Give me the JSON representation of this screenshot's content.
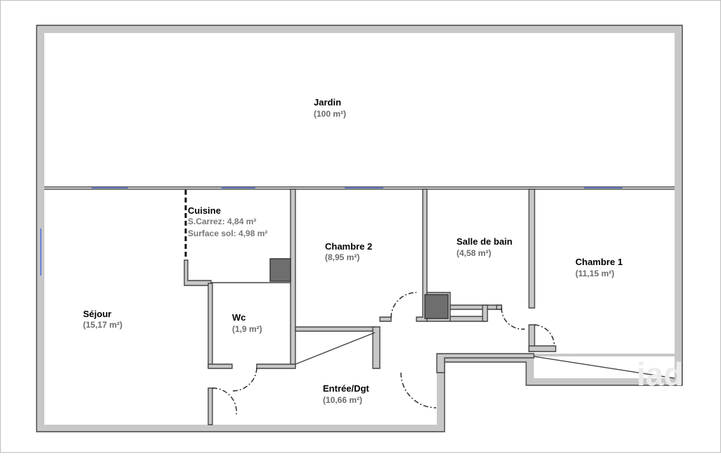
{
  "rooms": {
    "jardin": {
      "name": "Jardin",
      "area": "(100 m²)"
    },
    "sejour": {
      "name": "Séjour",
      "area": "(15,17 m²)"
    },
    "cuisine": {
      "name": "Cuisine",
      "carrez": "S.Carrez: 4,84 m²",
      "sol": "Surface sol: 4,98 m²"
    },
    "chambre2": {
      "name": "Chambre 2",
      "area": "(8,95 m²)"
    },
    "salle_de_bain": {
      "name": "Salle de bain",
      "area": "(4,58 m²)"
    },
    "chambre1": {
      "name": "Chambre 1",
      "area": "(11,15 m²)"
    },
    "wc": {
      "name": "Wc",
      "area": "(1,9 m²)"
    },
    "entree": {
      "name": "Entrée/Dgt",
      "area": "(10,66 m²)"
    }
  },
  "logo": "iad",
  "colors": {
    "wall": "#c8c8c8",
    "window": "#3b5fd6",
    "duct": "#6e6e6e"
  }
}
